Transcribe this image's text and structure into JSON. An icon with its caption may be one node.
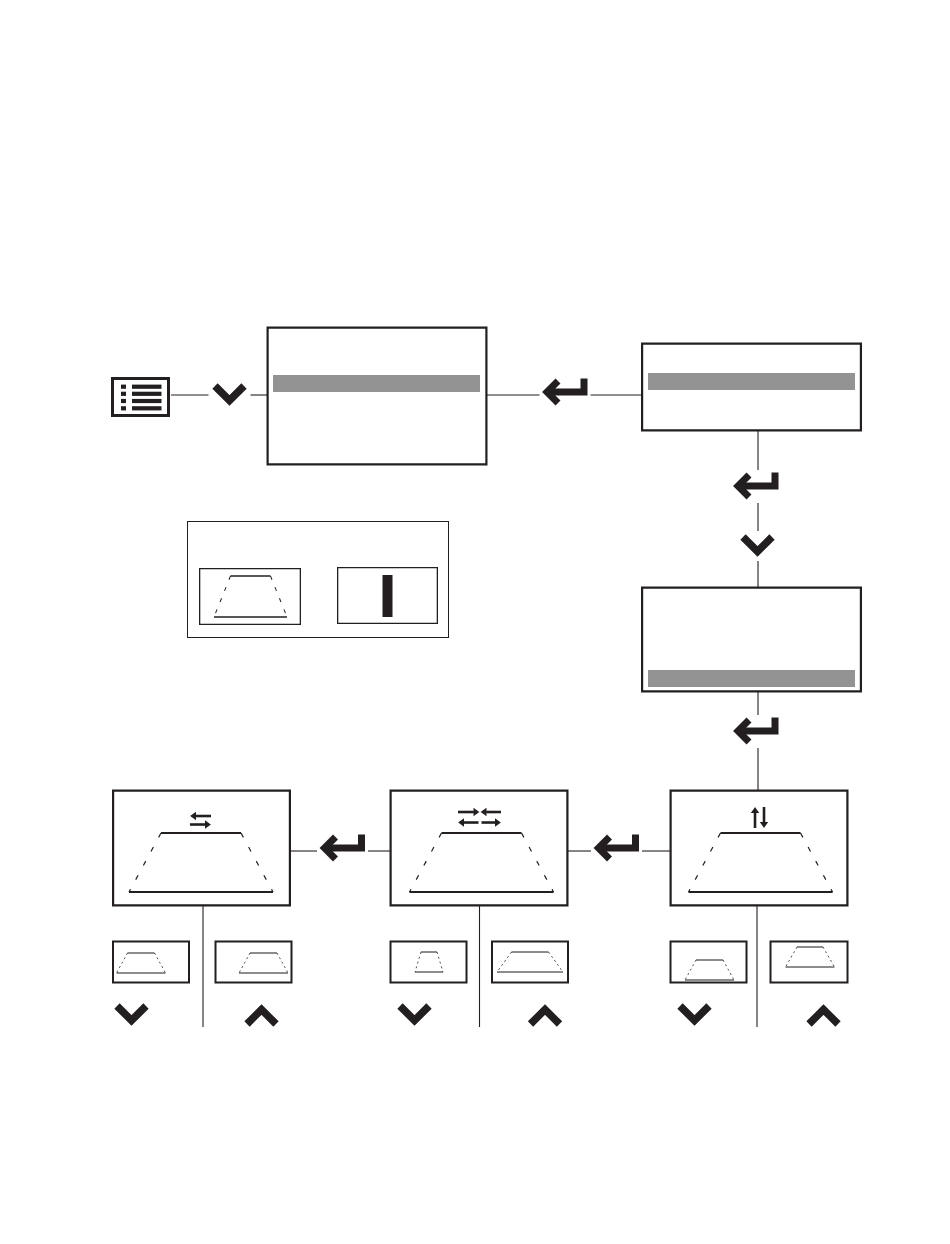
{
  "diagram": {
    "nodes": [
      {
        "text": [],
        "shape": "picture"
      },
      {
        "text": [],
        "shape": "chevron"
      },
      {
        "text": [],
        "shape": "box"
      },
      {
        "text": [],
        "shape": "picture"
      },
      {
        "text": [],
        "shape": "box"
      },
      {
        "text": [],
        "shape": "picture"
      },
      {
        "text": [],
        "shape": "box"
      },
      {
        "text": [],
        "shape": "box",
        "in": 6
      },
      {
        "text": [],
        "shape": "box",
        "in": 6
      },
      {
        "text": [],
        "shape": "chevron"
      },
      {
        "text": [],
        "shape": "box"
      },
      {
        "text": [],
        "shape": "picture"
      },
      {
        "text": [],
        "shape": "box"
      },
      {
        "text": [],
        "shape": "picture"
      },
      {
        "text": [],
        "shape": "box"
      },
      {
        "text": [],
        "shape": "picture"
      },
      {
        "text": [],
        "shape": "box"
      },
      {
        "text": [],
        "shape": "box"
      },
      {
        "text": [],
        "shape": "box"
      },
      {
        "text": [],
        "shape": "box"
      },
      {
        "text": [],
        "shape": "box"
      },
      {
        "text": [],
        "shape": "box"
      },
      {
        "text": [],
        "shape": "box"
      }
    ],
    "edges": [
      {
        "from": 0,
        "to": 1,
        "arrow": "none"
      },
      {
        "from": 1,
        "to": 2,
        "arrow": "none"
      },
      {
        "from": 2,
        "to": 3,
        "arrow": "none"
      },
      {
        "from": 3,
        "to": 4,
        "arrow": "none"
      },
      {
        "from": 4,
        "to": 5,
        "arrow": "none"
      },
      {
        "from": 5,
        "to": 9,
        "arrow": "none"
      },
      {
        "from": 9,
        "to": 10,
        "arrow": "none"
      },
      {
        "from": 10,
        "to": 11,
        "arrow": "none"
      },
      {
        "from": 11,
        "to": 16,
        "arrow": "none"
      },
      {
        "from": 16,
        "to": 15,
        "arrow": "none"
      },
      {
        "from": 15,
        "to": 14,
        "arrow": "none"
      },
      {
        "from": 14,
        "to": 13,
        "arrow": "none"
      },
      {
        "from": 13,
        "to": 12,
        "arrow": "none"
      },
      {
        "from": 12,
        "to": null,
        "arrow": "none"
      },
      {
        "from": 14,
        "to": null,
        "arrow": "none"
      },
      {
        "from": 16,
        "to": null,
        "arrow": "none"
      }
    ]
  }
}
